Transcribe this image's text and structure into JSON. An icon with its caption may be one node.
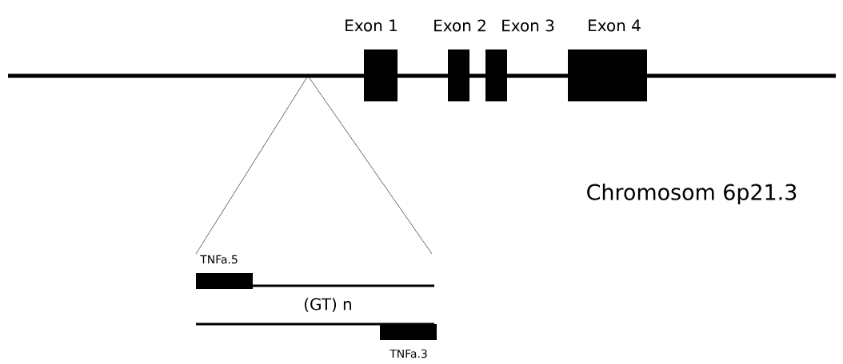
{
  "diagram": {
    "nodes": [
      {
        "text": [
          "Exon 1"
        ]
      },
      {
        "text": [
          "Exon 2"
        ]
      },
      {
        "text": [
          "Exon 3"
        ]
      },
      {
        "text": [
          "Exon 4"
        ]
      },
      {
        "text": [
          "TNFa.5"
        ]
      },
      {
        "text": [
          "TNFa.3"
        ]
      }
    ],
    "labels": [
      "Chromosom 6p21.3",
      "(GT) n"
    ]
  }
}
